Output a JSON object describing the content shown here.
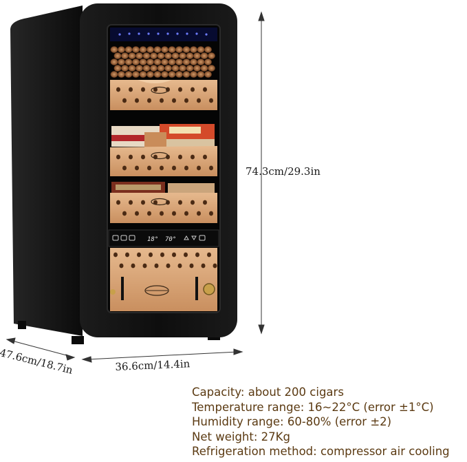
{
  "dimensions": {
    "height": "74.3cm/29.3in",
    "width": "36.6cm/14.4in",
    "depth": "47.6cm/18.7in"
  },
  "control_panel": {
    "temperature": "18°",
    "humidity": "70°"
  },
  "specs": [
    "Capacity: about 200 cigars",
    "Temperature range: 16~22°C (error ±1°C)",
    "Humidity range: 60-80% (error ±2)",
    "Net weight: 27Kg",
    "Refrigeration method: compressor air cooling"
  ],
  "colors": {
    "cabinet": "#111111",
    "cedar": "#d9a77a",
    "led": "#3b49c9",
    "spec_text": "#5b3a12"
  }
}
